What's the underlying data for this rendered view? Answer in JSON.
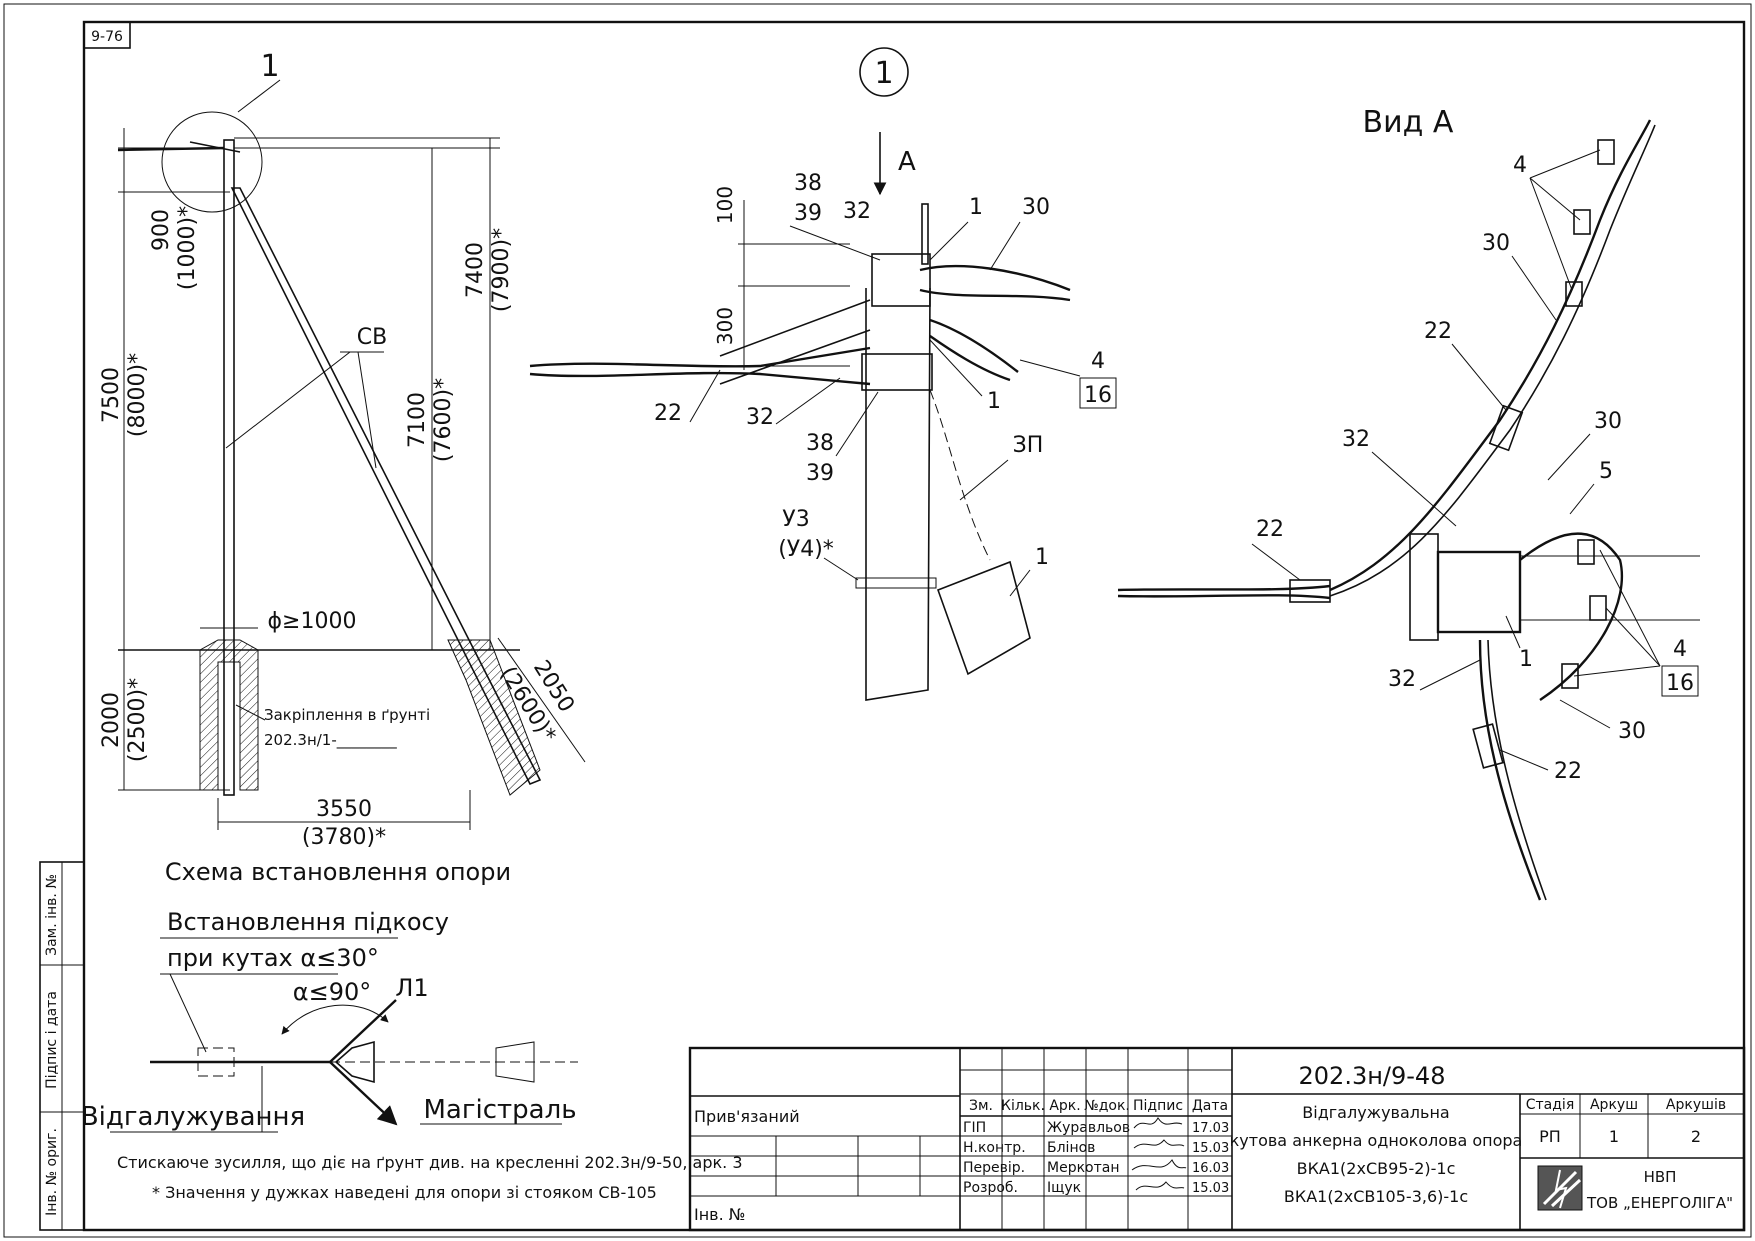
{
  "sheet_code": "9-76",
  "left_view": {
    "callout": "1",
    "dims": {
      "d900": "900",
      "d900_alt": "(1000)*",
      "d7500": "7500",
      "d7500_alt": "(8000)*",
      "d7100": "7100",
      "d7100_alt": "(7600)*",
      "d7400": "7400",
      "d7400_alt": "(7900)*",
      "d2000": "2000",
      "d2000_alt": "(2500)*",
      "d2050": "2050",
      "d2050_alt": "(2600)*",
      "d3550": "3550",
      "d3550_alt": "(3780)*",
      "diam": "ϕ≥1000"
    },
    "strut_label": "СВ",
    "ground_fix_line1": "Закріплення в ґрунті",
    "ground_fix_line2": "202.3н/1-________",
    "caption": "Схема встановлення опори"
  },
  "detail1": {
    "circle_label": "1",
    "view_arrow": "А",
    "dims": {
      "d100": "100",
      "d300": "300"
    },
    "labels": {
      "l38a": "38",
      "l39a": "39",
      "l32a": "32",
      "l1a": "1",
      "l30a": "30",
      "l4a": "4",
      "l16a": "16",
      "l1b": "1",
      "l38b": "38",
      "l39b": "39",
      "l32b": "32",
      "l22a": "22",
      "l3p": "ЗП",
      "lU3": "У3",
      "lU4": "(У4)*",
      "l1c": "1"
    }
  },
  "view_a": {
    "title": "Вид А",
    "labels": {
      "l4a": "4",
      "l30a": "30",
      "l22a": "22",
      "l32a": "32",
      "l30b": "30",
      "l5": "5",
      "l22b": "22",
      "l1": "1",
      "l4b": "4",
      "l16": "16",
      "l32b": "32",
      "l30c": "30",
      "l22c": "22"
    }
  },
  "brace": {
    "title": "Встановлення підкосу",
    "subtitle": "при кутах α≤30°",
    "angle": "α≤90°",
    "line_label": "Л1",
    "branch": "Відгалужування",
    "main": "Магістраль"
  },
  "notes": {
    "n1": "Стискаюче зусилля, що діє на ґрунт див. на кресленні 202.3н/9-50, арк. 3",
    "n2": "* Значення у дужках наведені для опори зі стояком СВ-105"
  },
  "side_strip": {
    "zam": "Зам. інв. №",
    "sign": "Підпис і дата",
    "inv": "Інв. № ориг."
  },
  "title_block": {
    "doc_code": "202.3н/9-48",
    "attached": "Прив'язаний",
    "inv_no": "Інв. №",
    "headers": [
      "Зм.",
      "Кільк.",
      "Арк.",
      "№док.",
      "Підпис",
      "Дата"
    ],
    "rows": [
      {
        "role": "ГІП",
        "name": "Журавльов",
        "date": "17.03"
      },
      {
        "role": "Н.контр.",
        "name": "Блінов",
        "date": "15.03"
      },
      {
        "role": "Перевір.",
        "name": "Меркотан",
        "date": "16.03"
      },
      {
        "role": "Розроб.",
        "name": "Іщук",
        "date": "15.03"
      }
    ],
    "desc_line1": "Відгалужувальна",
    "desc_line2": "кутова анкерна одноколова опора",
    "desc_line3": "ВКА1(2хСВ95-2)-1с",
    "desc_line4": "ВКА1(2хСВ105-3,6)-1с",
    "stage_label": "Стадія",
    "sheet_label": "Аркуш",
    "sheets_label": "Аркушів",
    "stage": "РП",
    "sheet": "1",
    "sheets": "2",
    "org_line1": "НВП",
    "org_line2": "ТОВ „ЕНЕРГОЛІГА\""
  }
}
